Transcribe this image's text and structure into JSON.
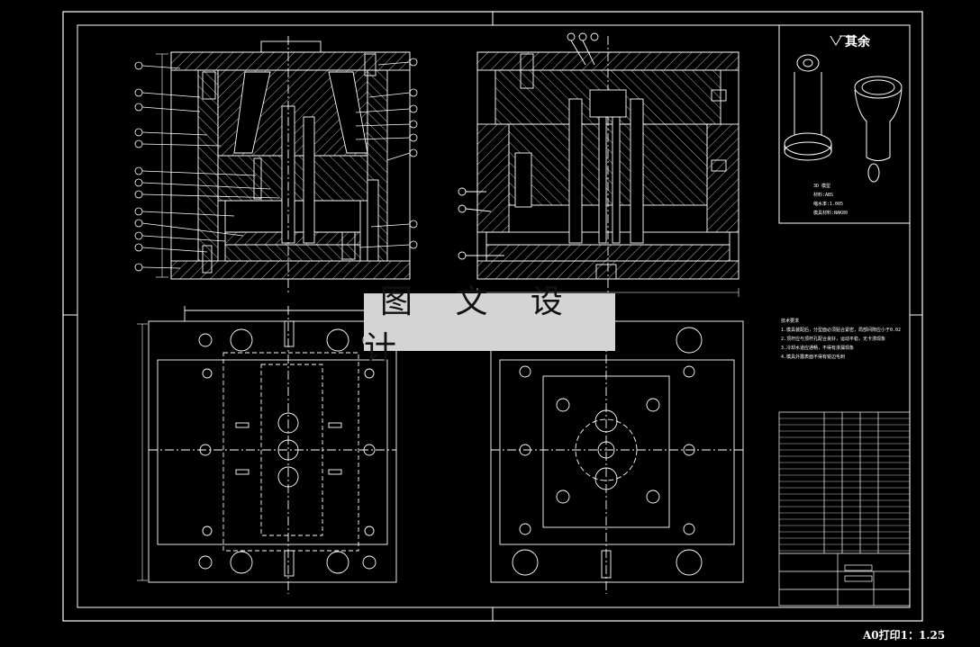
{
  "watermark": {
    "text": "图 文 设 计"
  },
  "scale_note": "A0打印1：1.25",
  "roughness_note": "其余",
  "part_caption": [
    "3D 模型",
    "材料:ABS",
    "缩水率:1.005",
    "模具材料:NAK80"
  ],
  "tech_requirements": [
    "技术要求",
    "1.模具装配后，分型面必须贴合紧密，局部间隙应小于0.02",
    "2.顶杆应与顶杆孔配合良好，运动平稳，无卡滞现象",
    "3.冷却水道应通畅，不得有渗漏现象",
    "4.模具外露表面不得有锐边毛刺"
  ],
  "colors": {
    "background": "#000000",
    "line": "#ffffff",
    "watermark_bg": "#d4d4d4"
  },
  "icons": [
    "roughness-symbol-icon"
  ]
}
